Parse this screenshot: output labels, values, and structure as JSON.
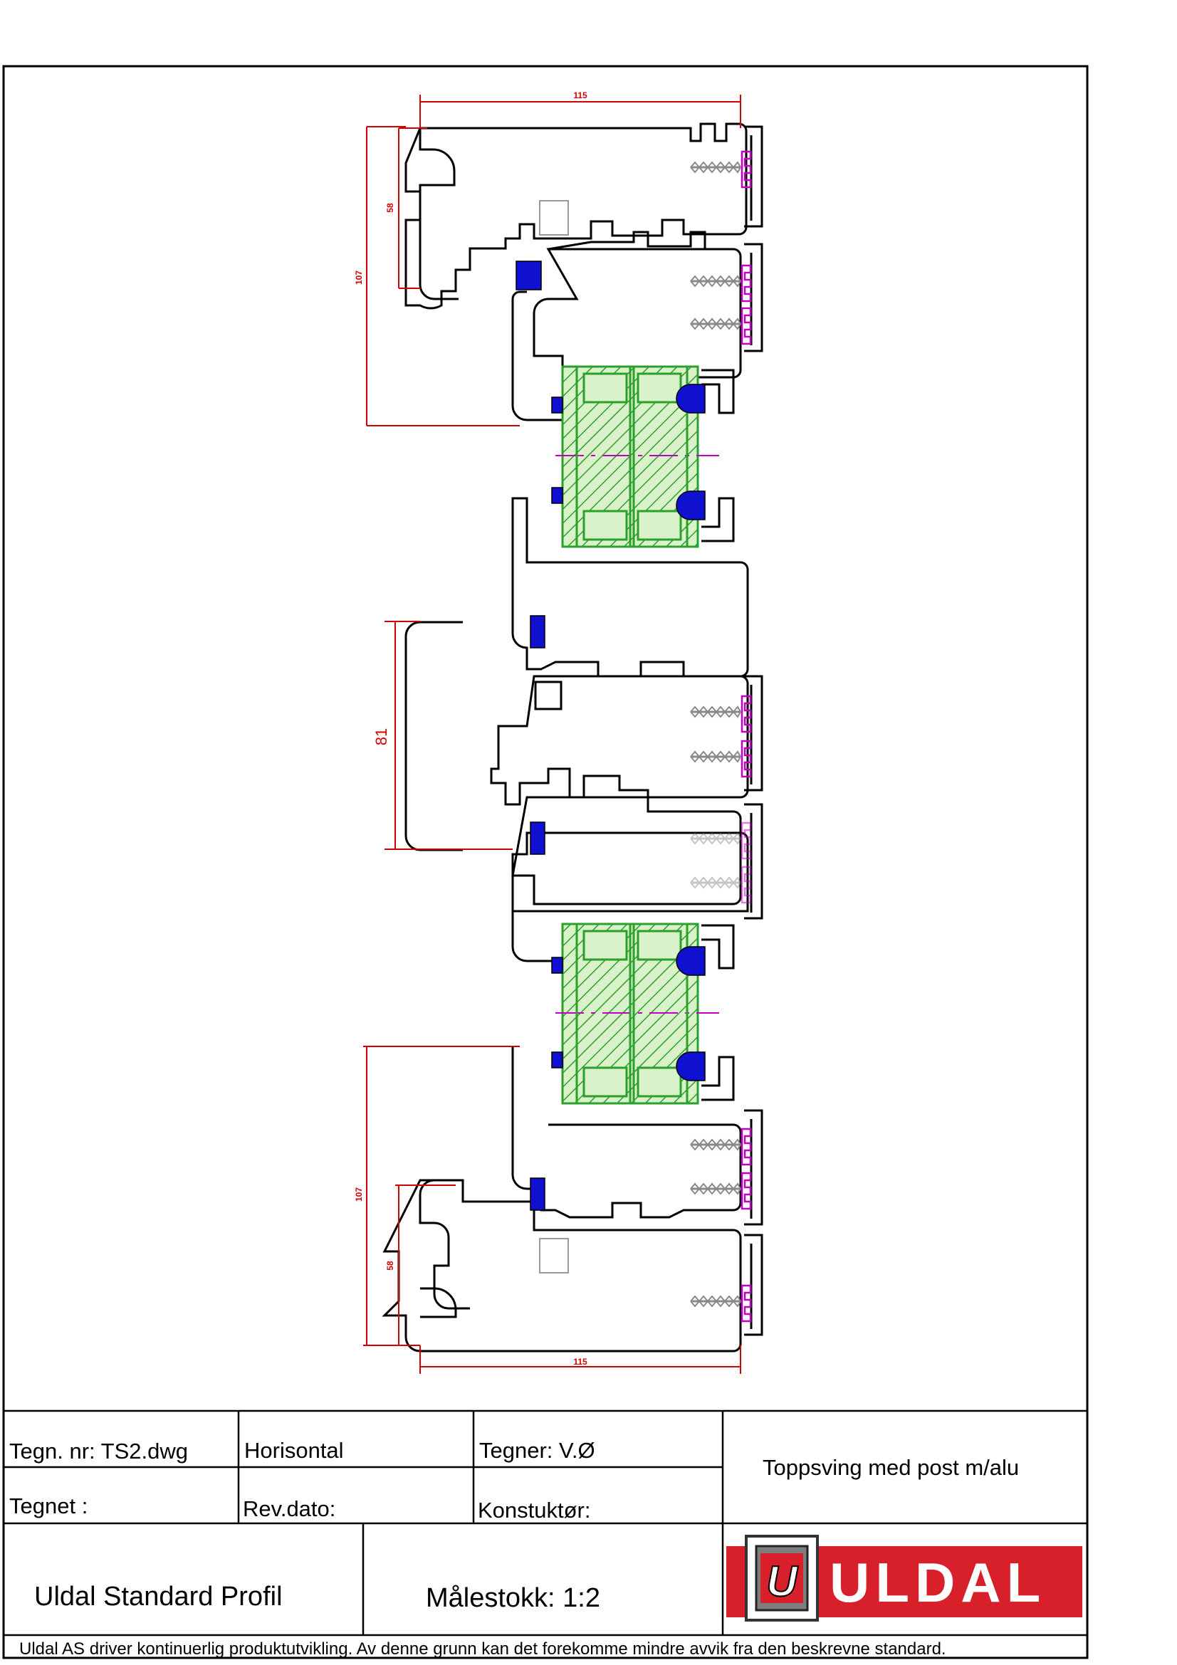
{
  "drawing": {
    "dimensions": {
      "top_width": "115",
      "top_inner": "58",
      "top_outer": "107",
      "middle_span": "81",
      "bottom_outer": "107",
      "bottom_inner": "58",
      "bottom_width": "115"
    }
  },
  "title_block": {
    "drawing_number": "Tegn. nr: TS2.dwg",
    "orientation": "Horisontal",
    "drawn_by": "Tegner: V.Ø",
    "description": "Toppsving med post m/alu",
    "drawn_label": "Tegnet :",
    "revision_label": "Rev.dato:",
    "designer_label": "Konstuktør:",
    "profile_name": "Uldal Standard Profil",
    "scale": "Målestokk: 1:2",
    "logo_text": "ULDAL",
    "logo_mark": "U",
    "footer": "Uldal AS driver kontinuerlig produktutvikling. Av denne grunn kan det forekomme mindre avvik fra den beskrevne standard."
  },
  "colors": {
    "dimension": "#d40000",
    "glass": "#2ca02c",
    "glass_fill": "#d9f2c9",
    "gasket": "#1010d0",
    "screw": "#8a8a8a",
    "fixing": "#c000c0",
    "logo_red": "#d8202a"
  }
}
